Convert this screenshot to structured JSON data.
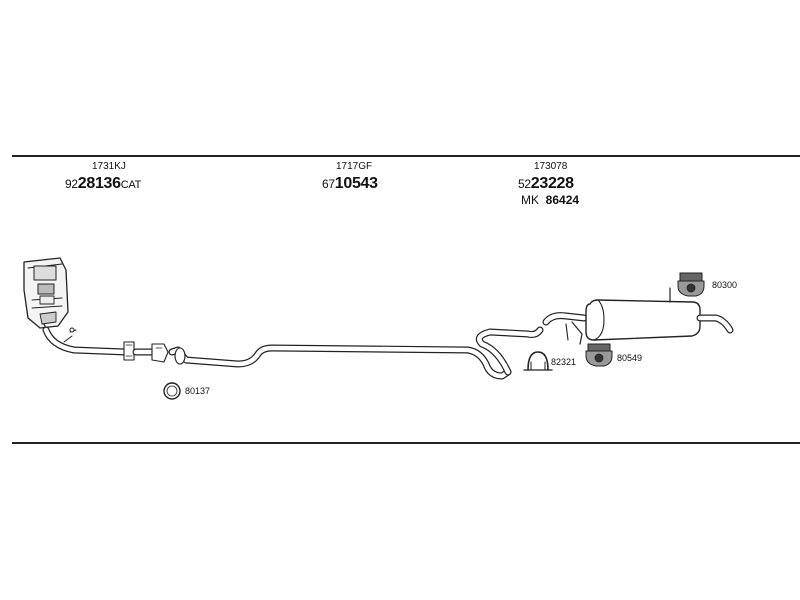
{
  "section_1": {
    "code": "1731KJ",
    "prefix": "92",
    "number": "28136",
    "suffix": "CAT"
  },
  "section_2": {
    "code": "1717GF",
    "prefix": "67",
    "number": "10543"
  },
  "section_3": {
    "code": "173078",
    "prefix": "52",
    "number": "23228",
    "alt_prefix": "MK",
    "alt_number": "86424"
  },
  "parts": {
    "seal": "80137",
    "clamp": "82321",
    "mount_upper": "80300",
    "mount_lower": "80549"
  }
}
